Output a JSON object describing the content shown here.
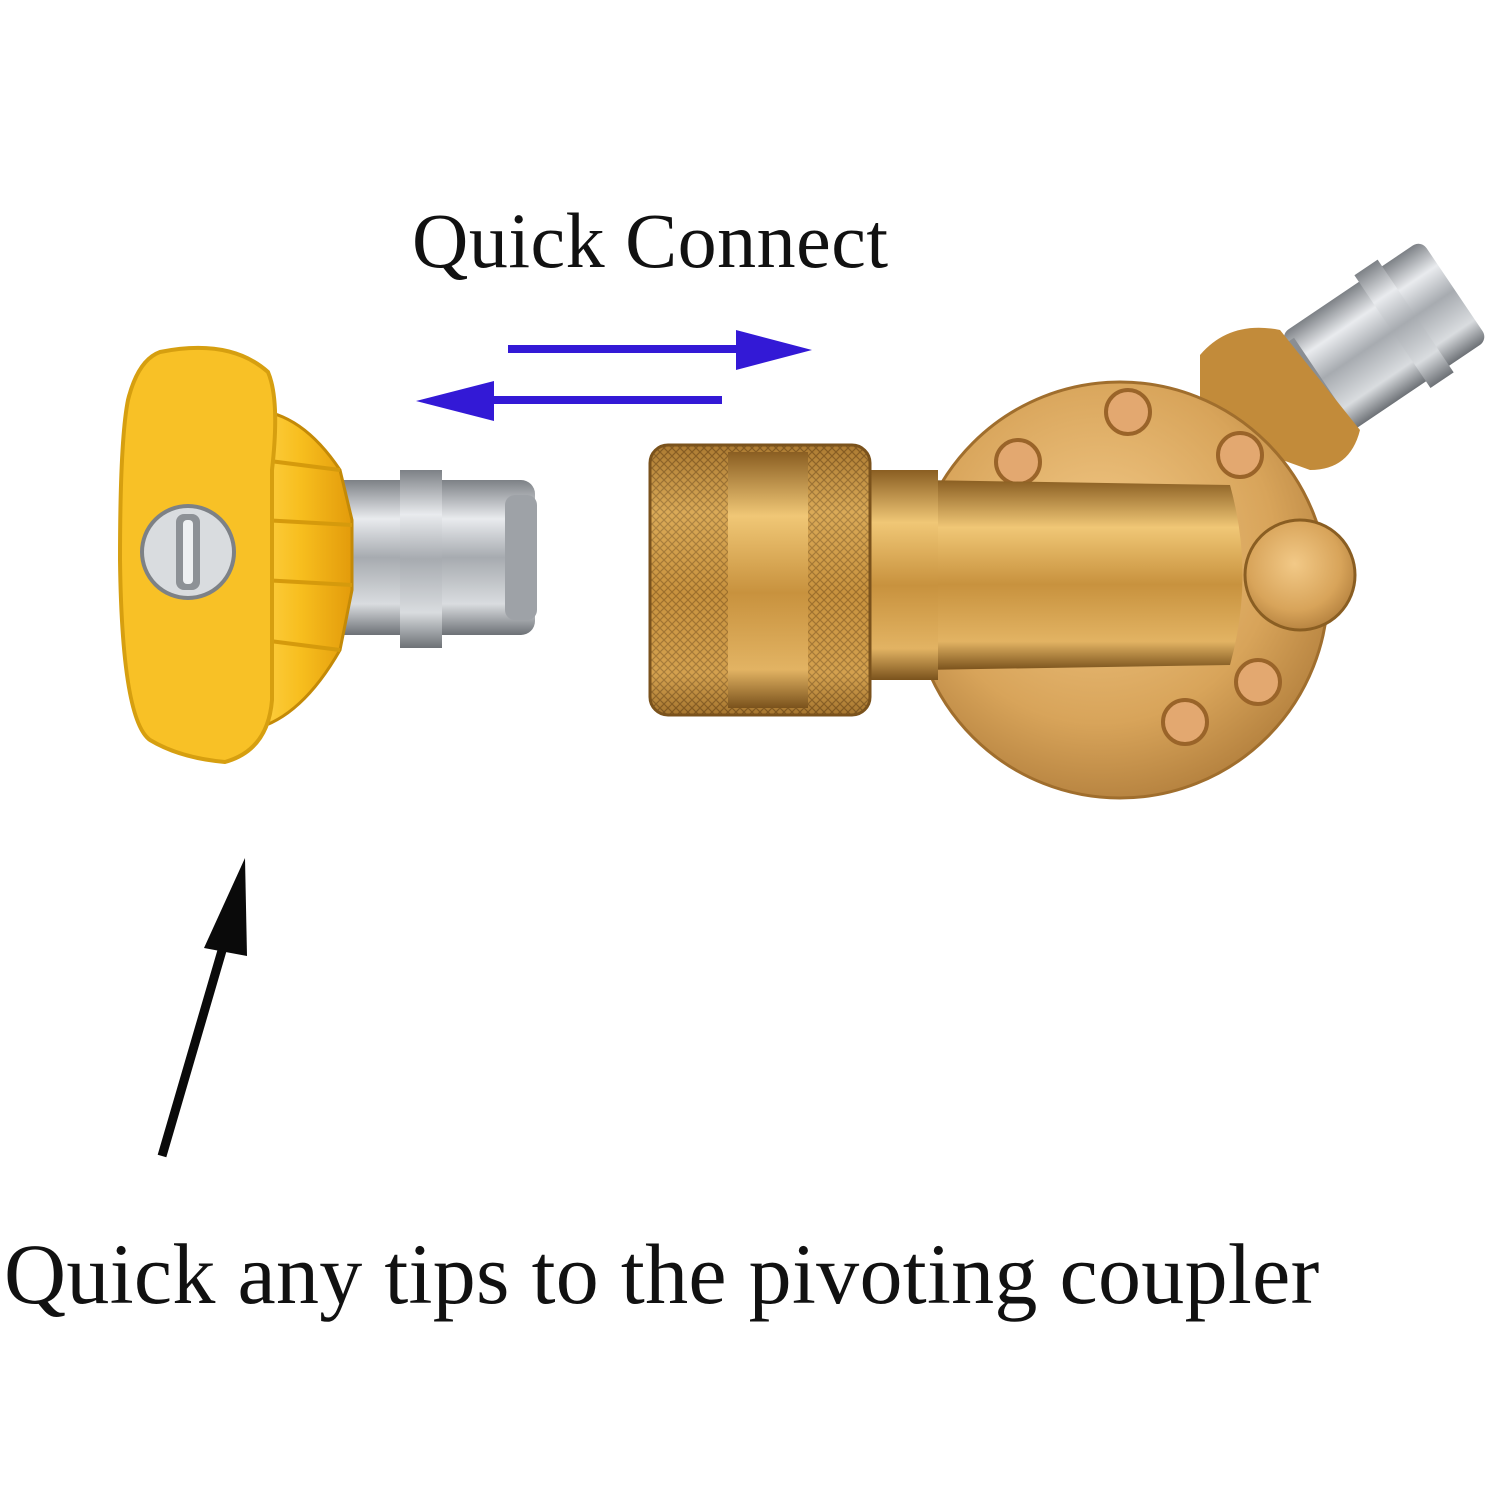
{
  "labels": {
    "title": "Quick Connect",
    "caption": "Quick any tips to the pivoting coupler"
  },
  "colors": {
    "arrow_blue": "#3319d6",
    "arrow_black": "#0a0a0a",
    "nozzle_yellow": "#f7be1e",
    "brass": "#c89a4a",
    "steel": "#b9bcc0"
  },
  "icons": [
    "arrow-right-icon",
    "arrow-left-icon",
    "arrow-up-icon"
  ],
  "items": [
    "spray-nozzle-tip",
    "pivoting-coupler"
  ]
}
